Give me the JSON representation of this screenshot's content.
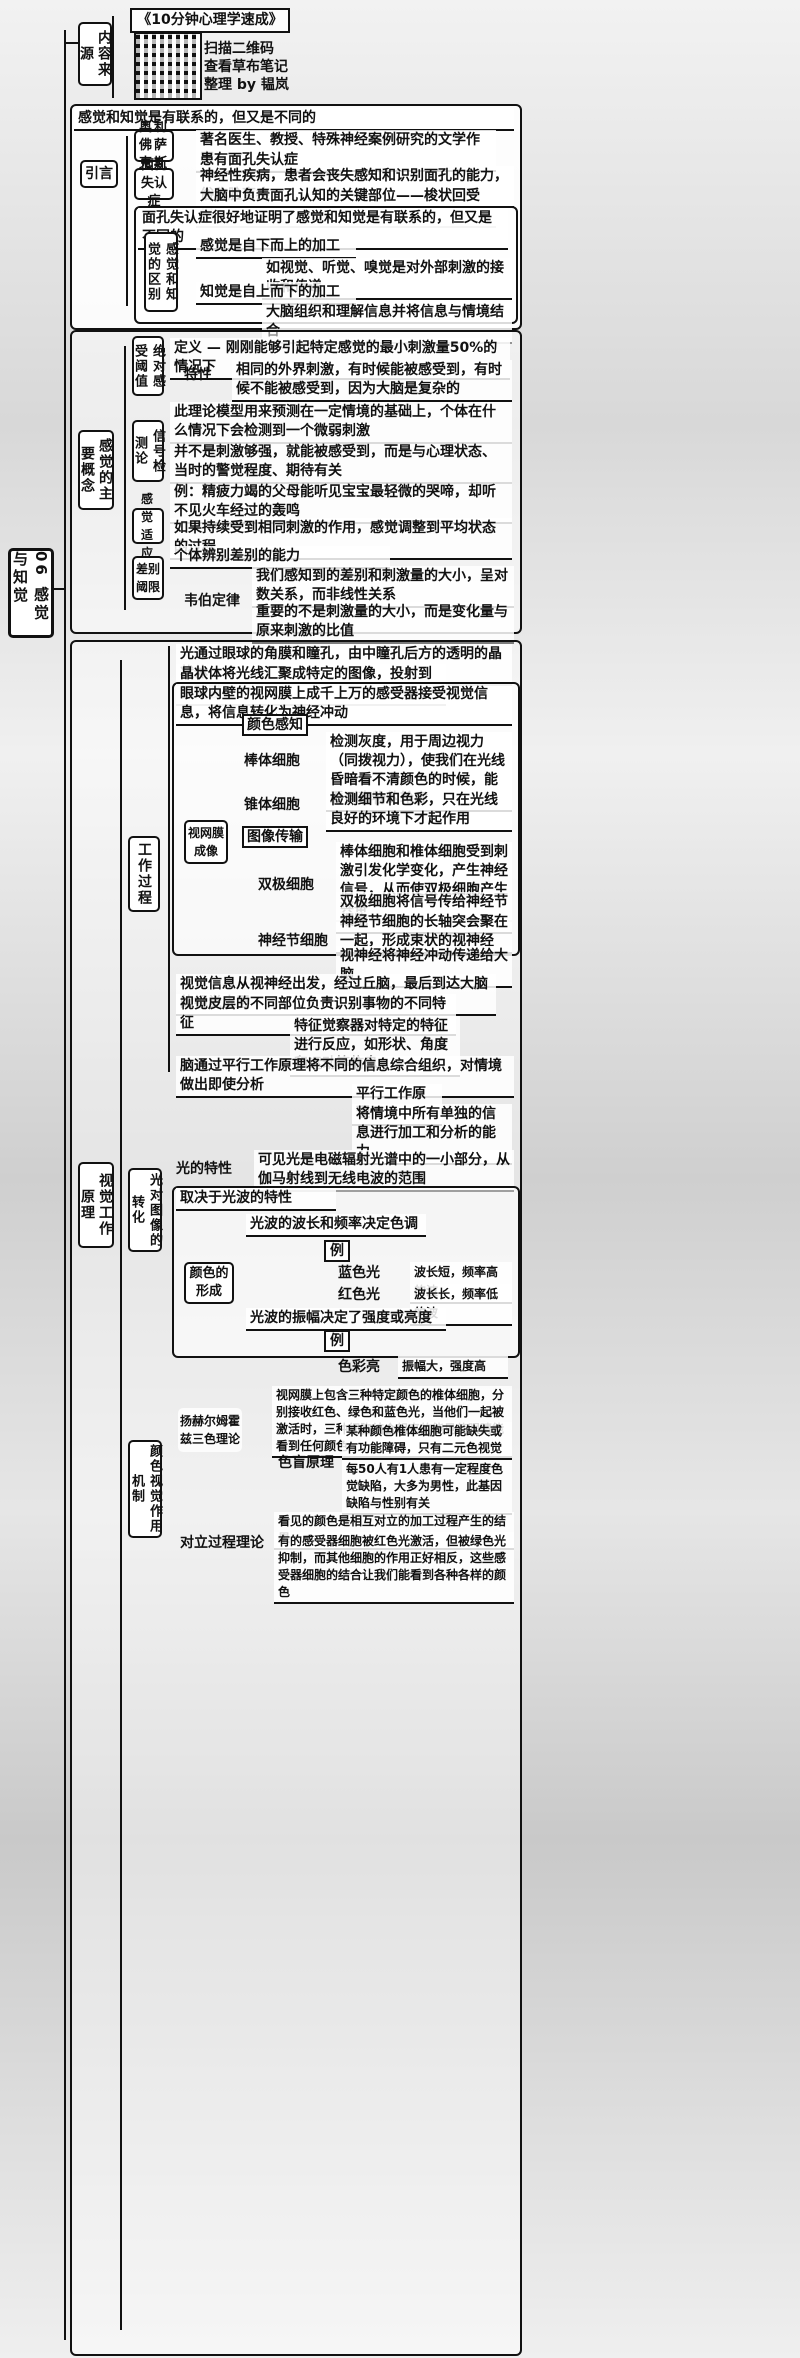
{
  "root": "06 感觉与知觉",
  "source": {
    "label": "内容来源",
    "book": "《10分钟心理学速成》",
    "scan": [
      "扫描二维码",
      "查看草布笔记",
      "整理 by 韫岚"
    ]
  },
  "intro": {
    "label": "引言",
    "headline": "感觉和知觉是有联系的，但又是不同的",
    "sacks": {
      "label": "奥利佛萨克斯",
      "items": [
        "著名医生、教授、特殊神经案例研究的文学作家",
        "患有面孔失认症"
      ]
    },
    "prosop": {
      "label": "面孔失认症",
      "items": [
        "神经性疾病，患者会丧失感知和识别面孔的能力，俗称脸盲症",
        "大脑中负责面孔认知的关键部位——梭状回受损"
      ]
    },
    "proof": "面孔失认症很好地证明了感觉和知觉是有联系的，但又是不同的",
    "diff": {
      "label": "感觉和知觉的区别",
      "sense": "感觉是自下而上的加工",
      "sense_detail": "如视觉、听觉、嗅觉是对外部刺激的接收和传递",
      "perceive": "知觉是自上而下的加工",
      "perceive_detail": "大脑组织和理解信息并将信息与情境结合"
    }
  },
  "concepts": {
    "label": "感觉的主要概念",
    "abs": {
      "label": "绝对感受阈值",
      "def": "定义 — 刚刚能够引起特定感觉的最小刺激量50%的情况下",
      "trait": "特性",
      "trait_detail": "相同的外界刺激，有时候能被感受到，有时候不能被感受到，因为大脑是复杂的"
    },
    "signal": {
      "label": "信号检测论",
      "items": [
        "此理论模型用来预测在一定情境的基础上，个体在什么情况下会检测到一个微弱刺激",
        "并不是刺激够强，就能被感受到，而是与心理状态、当时的警觉程度、期待有关",
        "例：精疲力竭的父母能听见宝宝最轻微的哭啼，却听不见火车经过的轰鸣"
      ]
    },
    "adapt": {
      "label": "感觉适应",
      "text": "如果持续受到相同刺激的作用，感觉调整到平均状态的过程"
    },
    "diffth": {
      "label": "差别阈限",
      "def": "个体辨别差别的能力",
      "weber": "韦伯定律",
      "weber_items": [
        "我们感知到的差别和刺激量的大小，呈对数关系，而非线性关系",
        "重要的不是刺激量的大小，而是变化量与原来刺激的比值"
      ]
    }
  },
  "vision": {
    "label": "视觉工作原理",
    "process": {
      "label": "工作过程",
      "p1": "光通过眼球的角膜和瞳孔，由中瞳孔后方的透明的晶状体",
      "p2": "晶状体将光线汇聚成特定的图像，投射到视网膜",
      "retina": {
        "label": "视网膜成像",
        "head": "眼球内壁的视网膜上成千上万的感受器接受视觉信息，将信息转化为神经冲动",
        "color": "颜色感知",
        "rod": "棒体细胞",
        "rod_detail": "检测灰度，用于周边视力（同拨视力），使我们在光线昏暗看不清颜色的时候，能看到事物的轮廓",
        "cone": "锥体细胞",
        "cone_detail": "检测细节和色彩，只在光线良好的环境下才起作用",
        "relay": "图像传输",
        "bipolar": "双极细胞",
        "bipolar_items": [
          "棒体细胞和椎体细胞受到刺激引发化学变化，产生神经信号，从而使双极细胞产生兴奋",
          "双极细胞将信号传给神经节细胞"
        ],
        "gang": "神经节细胞",
        "gang_items": [
          "神经节细胞的长轴突会聚在一起，形成束状的视神经",
          "视神经将神经冲动传递给大脑"
        ]
      },
      "p3": "视觉信息从视神经出发，经过丘脑，最后到达大脑的视觉皮层",
      "p4": "视觉皮层的不同部位负责识别事物的不同特征",
      "p4_detail": "特征觉察器对特定的特征进行反应，如形状、角度和运动等信息",
      "p5": "脑通过平行工作原理将不同的信息综合组织，对情境做出即使分析",
      "p5_detail": [
        "平行工作原理",
        "将情境中所有单独的信息进行加工和分析的能力"
      ]
    },
    "light": {
      "label": "光对图像的转化",
      "prop": "光的特性",
      "prop_detail": "可见光是电磁辐射光谱中的一小部分，从伽马射线到无线电波的范围",
      "wave": "取决于光波的特性",
      "color": "颜色的形成",
      "c1": "光波的波长和频率决定色调",
      "ex": "例",
      "blue": "蓝色光",
      "blue_d": "波长短，频率高的波",
      "red": "红色光",
      "red_d": "波长长，频率低的波",
      "c2": "光波的振幅决定了强度或亮度",
      "ex2": "例",
      "bright": "色彩亮",
      "bright_d": "振幅大，强度高"
    },
    "colorvision": {
      "label": "颜色视觉作用机制",
      "trichrome": "扬赫尔姆霍兹三色理论",
      "tri_text": "视网膜上包含三种特定颜色的椎体细胞，分别接收红色、绿色和蓝色光，当他们一起被激活时，三种细胞结合起来的能见使眼睛能看到任何颜色",
      "blind": "色盲原理",
      "blind_items": [
        "某种颜色椎体细胞可能缺失或有功能障碍，只有二元色视觉",
        "每50人有1人患有一定程度色觉缺陷，大多为男性，此基因缺陷与性别有关"
      ],
      "opp": "对立过程理论",
      "opp_items": [
        "看见的颜色是相互对立的加工过程产生的结果",
        "有的感受器细胞被红色光激活，但被绿色光抑制，而其他细胞的作用正好相反，这些感受器细胞的结合让我们能看到各种各样的颜色"
      ]
    }
  }
}
